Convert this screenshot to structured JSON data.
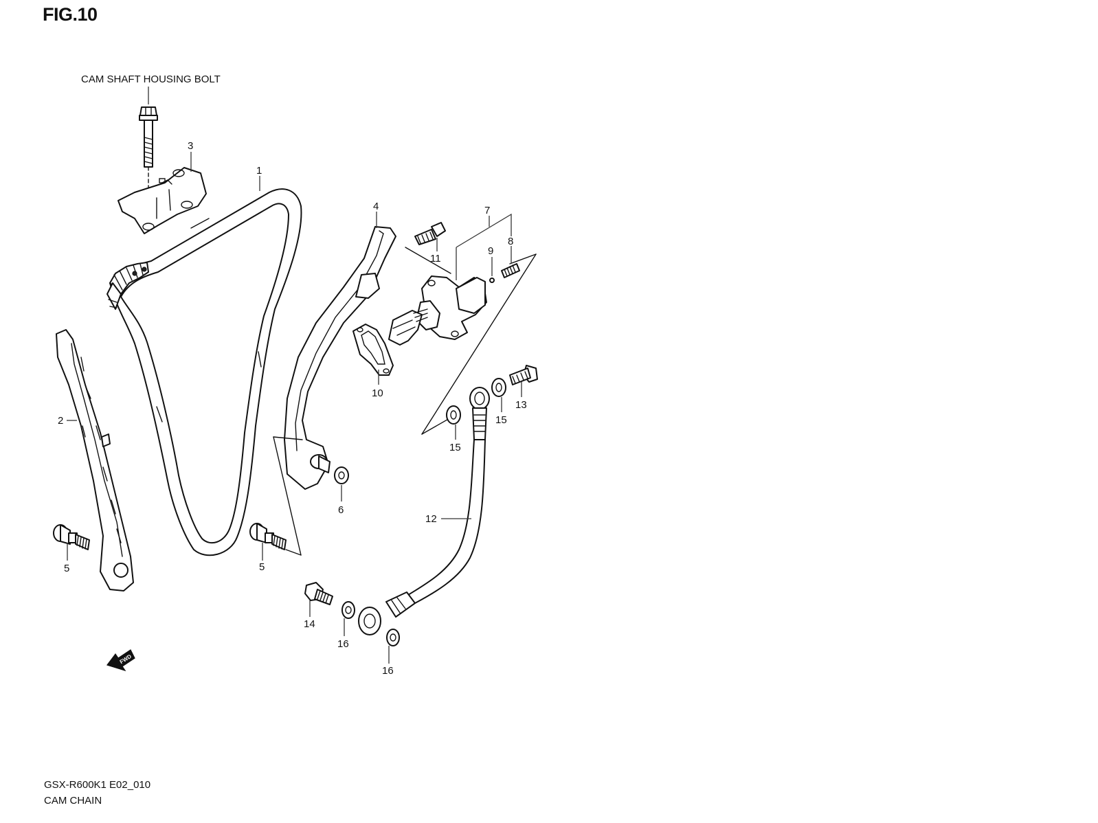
{
  "figure": {
    "title": "FIG.10"
  },
  "footer": {
    "model_code": "GSX-R600K1 E02_010",
    "section_name": "CAM CHAIN"
  },
  "annotation": {
    "cam_shaft_bolt": "CAM SHAFT HOUSING BOLT"
  },
  "fwd_arrow_text": "FWD",
  "callouts": [
    {
      "id": "c1",
      "label": "1"
    },
    {
      "id": "c2",
      "label": "2"
    },
    {
      "id": "c3",
      "label": "3"
    },
    {
      "id": "c4",
      "label": "4"
    },
    {
      "id": "c5a",
      "label": "5"
    },
    {
      "id": "c5b",
      "label": "5"
    },
    {
      "id": "c6",
      "label": "6"
    },
    {
      "id": "c7",
      "label": "7"
    },
    {
      "id": "c8",
      "label": "8"
    },
    {
      "id": "c9",
      "label": "9"
    },
    {
      "id": "c10",
      "label": "10"
    },
    {
      "id": "c11",
      "label": "11"
    },
    {
      "id": "c12",
      "label": "12"
    },
    {
      "id": "c13",
      "label": "13"
    },
    {
      "id": "c14",
      "label": "14"
    },
    {
      "id": "c15a",
      "label": "15"
    },
    {
      "id": "c15b",
      "label": "15"
    },
    {
      "id": "c16a",
      "label": "16"
    },
    {
      "id": "c16b",
      "label": "16"
    }
  ]
}
